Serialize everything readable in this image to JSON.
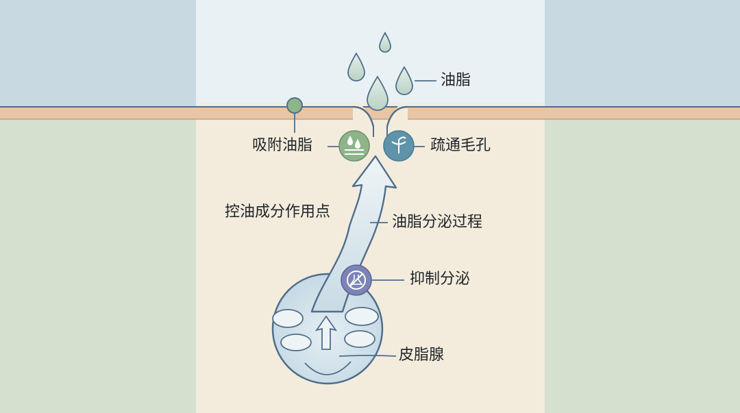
{
  "diagram": {
    "labels": {
      "oil": "油脂",
      "absorb": "吸附油脂",
      "unclog": "疏通毛孔",
      "control_point": "控油成分作用点",
      "secretion_process": "油脂分泌过程",
      "inhibit": "抑制分泌",
      "gland": "皮脂腺"
    },
    "icons": {
      "absorb": "droplets-absorb-icon",
      "unclog": "pore-hair-icon",
      "inhibit": "no-flask-icon"
    },
    "colors": {
      "sky": "#e9f1f5",
      "skin_band": "#e8c5a5",
      "dermis": "#f3ecdd",
      "side_top": "#c9d9e1",
      "side_bottom": "#d5e0cf",
      "absorb_icon": "#8fb48a",
      "unclog_icon": "#5f93aa",
      "inhibit_icon": "#7c83b6",
      "gland_fill": "#c7dbe6",
      "outline": "#4f6d8a"
    }
  }
}
